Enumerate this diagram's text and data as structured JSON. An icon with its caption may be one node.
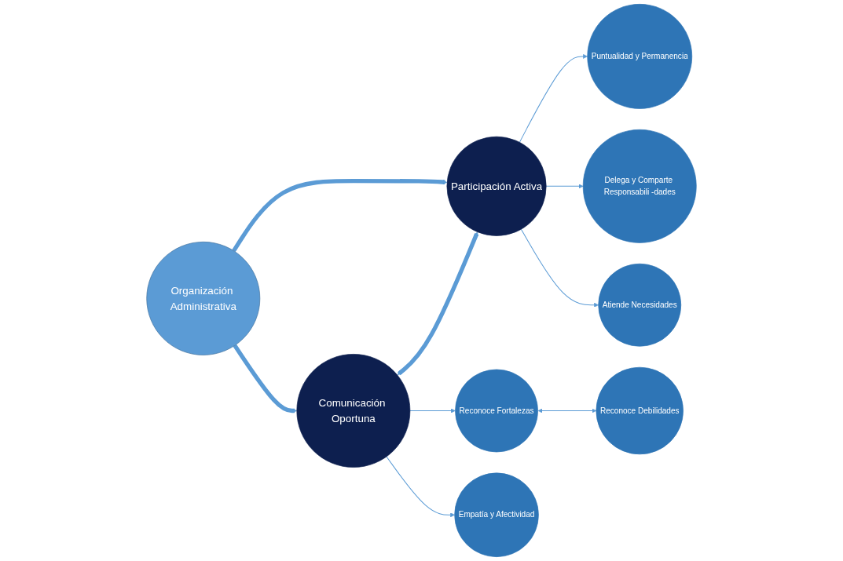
{
  "diagram": {
    "nodes": [
      {
        "text": [
          "Organización Administrativa"
        ]
      },
      {
        "text": [
          "Comunicación Oportuna"
        ]
      },
      {
        "text": [
          "Participación Activa"
        ]
      },
      {
        "text": [
          "Reconoce Fortalezas"
        ]
      },
      {
        "text": [
          "Reconoce Debilidades"
        ]
      },
      {
        "text": [
          "Empatía y Afectividad"
        ]
      },
      {
        "text": [
          "Puntualidad y Permanencia"
        ]
      },
      {
        "text": [
          "Delega y Comparte Responsabili -dades"
        ]
      },
      {
        "text": [
          "Atiende Necesidades"
        ]
      }
    ],
    "edges": [
      {
        "from": 0,
        "to": 1,
        "arrow": "to",
        "style": "thick"
      },
      {
        "from": 0,
        "to": 2,
        "arrow": "to",
        "style": "thick"
      },
      {
        "from": 1,
        "to": 2,
        "arrow": "both",
        "style": "thick"
      },
      {
        "from": 1,
        "to": 3,
        "arrow": "to"
      },
      {
        "from": 1,
        "to": 5,
        "arrow": "to"
      },
      {
        "from": 3,
        "to": 4,
        "arrow": "both"
      },
      {
        "from": 2,
        "to": 6,
        "arrow": "to"
      },
      {
        "from": 2,
        "to": 7,
        "arrow": "to"
      },
      {
        "from": 2,
        "to": 8,
        "arrow": "to"
      }
    ]
  }
}
